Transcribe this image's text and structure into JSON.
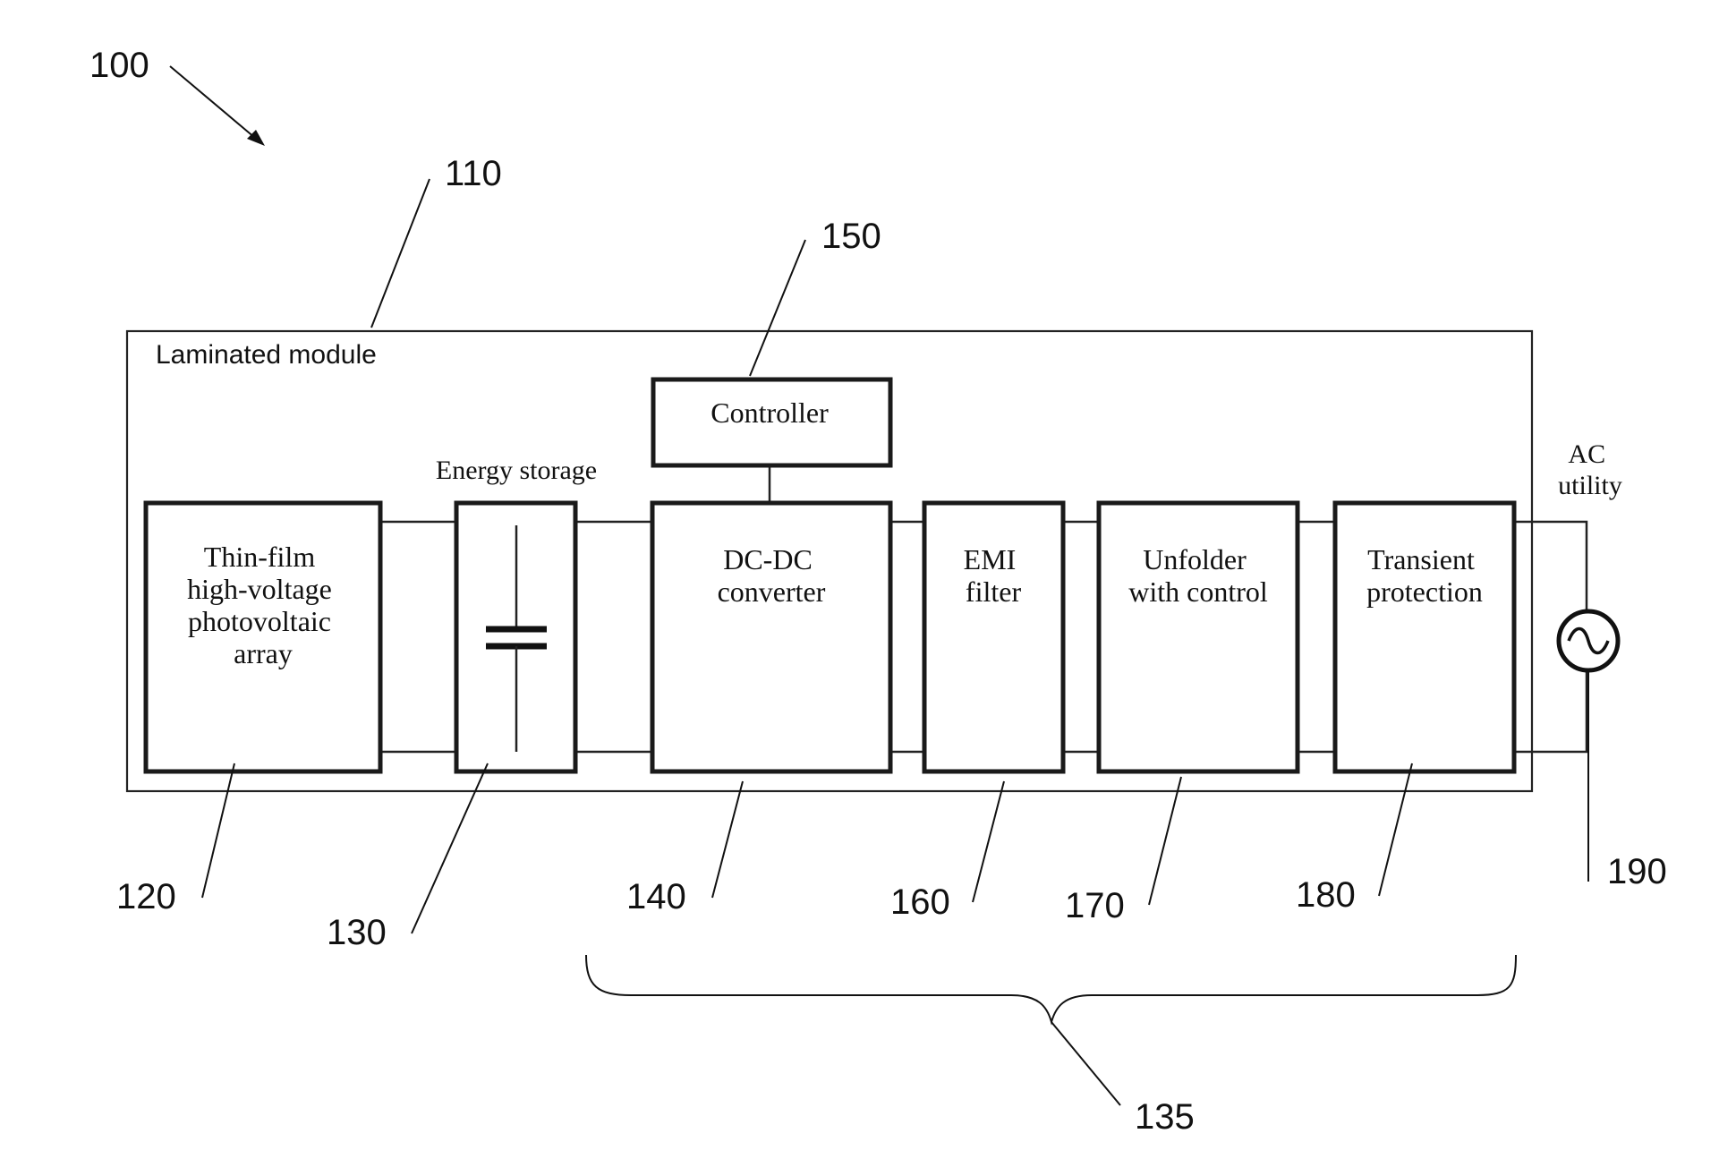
{
  "figure": {
    "ref_figure": "100",
    "module": {
      "ref": "110",
      "label": "Laminated module"
    },
    "pv_array": {
      "ref": "120",
      "lines": [
        "Thin-film",
        "high-voltage",
        "photovoltaic",
        "array"
      ]
    },
    "energy_storage": {
      "ref": "130",
      "label": "Energy storage"
    },
    "group_ref": "135",
    "dcdc": {
      "ref": "140",
      "lines": [
        "DC-DC",
        "converter"
      ]
    },
    "controller": {
      "ref": "150",
      "label": "Controller"
    },
    "emi": {
      "ref": "160",
      "lines": [
        "EMI",
        "filter"
      ]
    },
    "unfolder": {
      "ref": "170",
      "lines": [
        "Unfolder",
        "with control"
      ]
    },
    "transient": {
      "ref": "180",
      "lines": [
        "Transient",
        "protection"
      ]
    },
    "ac_utility": {
      "ref": "190",
      "lines": [
        "AC",
        "utility"
      ]
    }
  }
}
